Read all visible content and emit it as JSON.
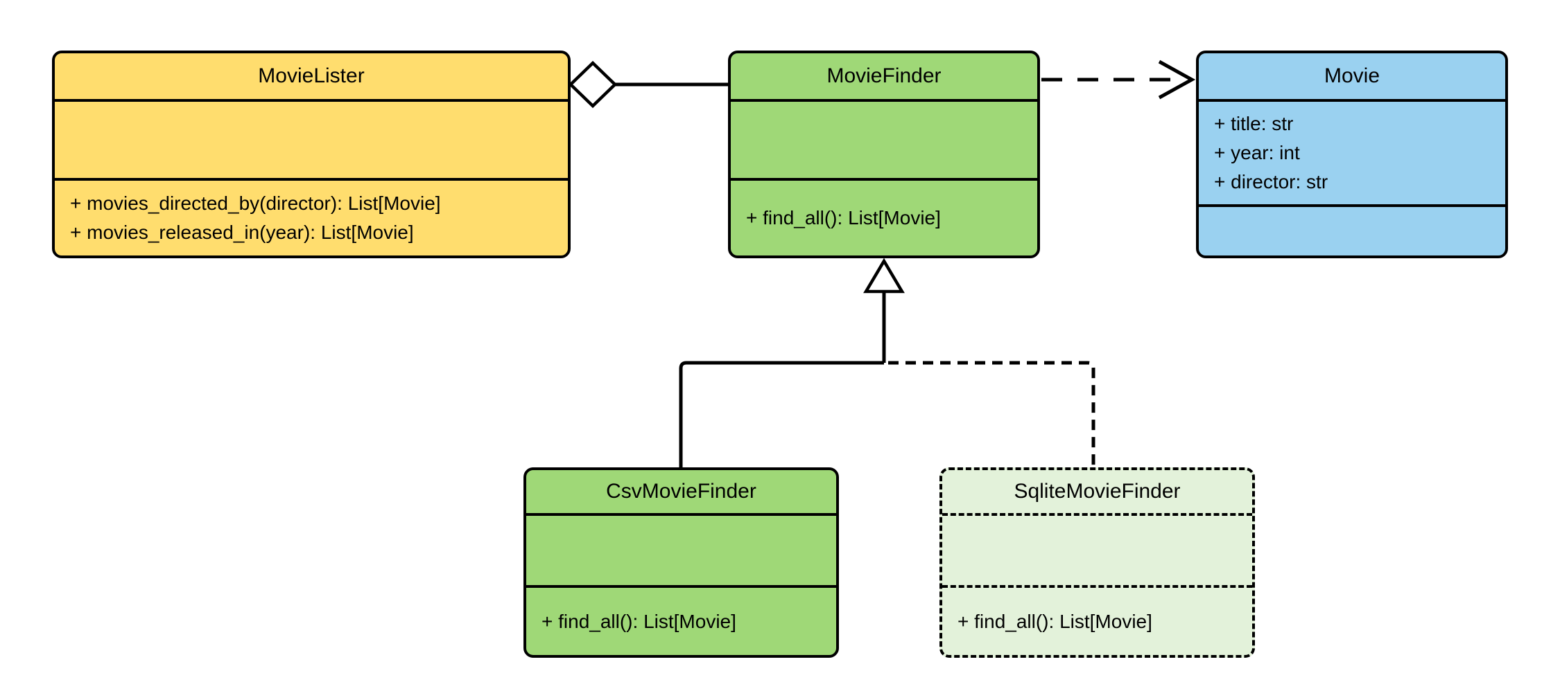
{
  "diagram": {
    "title": "MovieLister UML class diagram",
    "colors": {
      "background": "#FFFFFF",
      "stroke": "#000000",
      "yellow_fill": "#FFDD6E",
      "green_fill": "#9FD877",
      "blue_fill": "#9AD1F0",
      "light_green_fill": "#E3F2DA"
    },
    "classes": {
      "movie_lister": {
        "name": "MovieLister",
        "attributes": [],
        "methods": [
          "+ movies_directed_by(director): List[Movie]",
          "+ movies_released_in(year): List[Movie]"
        ]
      },
      "movie_finder": {
        "name": "MovieFinder",
        "attributes": [],
        "methods": [
          "+ find_all(): List[Movie]"
        ]
      },
      "movie": {
        "name": "Movie",
        "attributes": [
          "+ title: str",
          "+ year: int",
          "+ director: str"
        ],
        "methods": []
      },
      "csv_movie_finder": {
        "name": "CsvMovieFinder",
        "attributes": [],
        "methods": [
          "+ find_all(): List[Movie]"
        ]
      },
      "sqlite_movie_finder": {
        "name": "SqliteMovieFinder",
        "attributes": [],
        "methods": [
          "+ find_all(): List[Movie]"
        ]
      }
    },
    "relationships": [
      {
        "type": "aggregation",
        "from": "MovieLister",
        "to": "MovieFinder",
        "line": "solid",
        "marker": "hollow-diamond"
      },
      {
        "type": "dependency",
        "from": "MovieFinder",
        "to": "Movie",
        "line": "dashed",
        "marker": "open-arrow"
      },
      {
        "type": "generalization",
        "from": "CsvMovieFinder",
        "to": "MovieFinder",
        "line": "solid",
        "marker": "hollow-triangle"
      },
      {
        "type": "generalization",
        "from": "SqliteMovieFinder",
        "to": "MovieFinder",
        "line": "dashed",
        "marker": "hollow-triangle"
      }
    ]
  }
}
